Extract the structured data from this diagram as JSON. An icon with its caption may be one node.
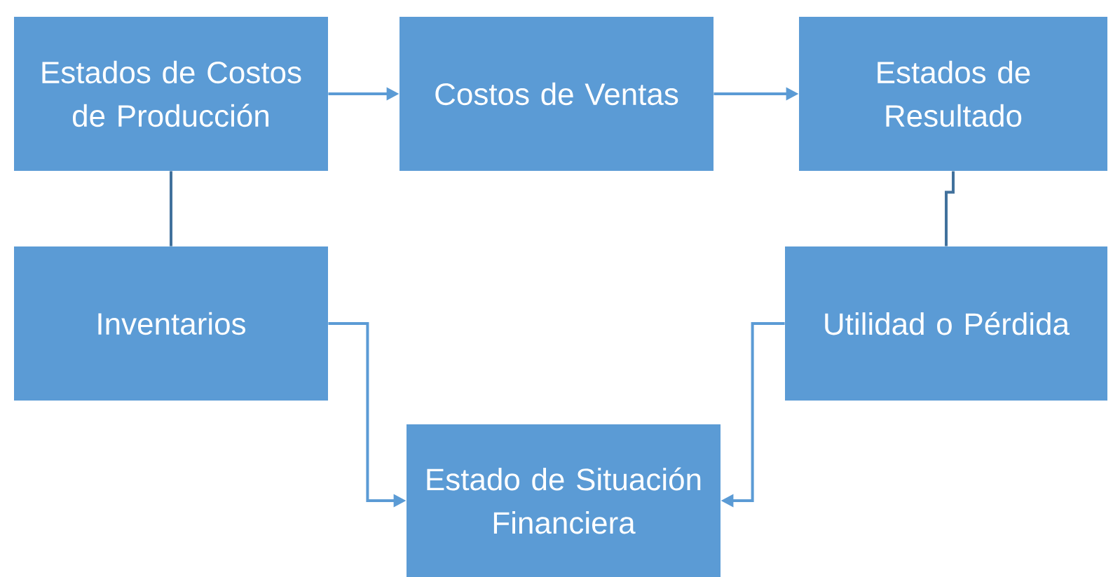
{
  "diagram": {
    "nodes": [
      {
        "text": [
          "Estados de Costos de Producción"
        ]
      },
      {
        "text": [
          "Costos de Ventas"
        ]
      },
      {
        "text": [
          "Estados de Resultado"
        ]
      },
      {
        "text": [
          "Inventarios"
        ]
      },
      {
        "text": [
          "Utilidad o Pérdida"
        ]
      },
      {
        "text": [
          "Estado de Situación Financiera"
        ]
      }
    ],
    "edges": [
      {
        "from": 0,
        "to": 1,
        "arrow": "to"
      },
      {
        "from": 1,
        "to": 2,
        "arrow": "to"
      },
      {
        "from": 0,
        "to": 3,
        "arrow": "none",
        "color": "#41719c"
      },
      {
        "from": 2,
        "to": 4,
        "arrow": "none",
        "color": "#41719c"
      },
      {
        "from": 3,
        "to": 5,
        "arrow": "to"
      },
      {
        "from": 4,
        "to": 5,
        "arrow": "to"
      }
    ]
  }
}
